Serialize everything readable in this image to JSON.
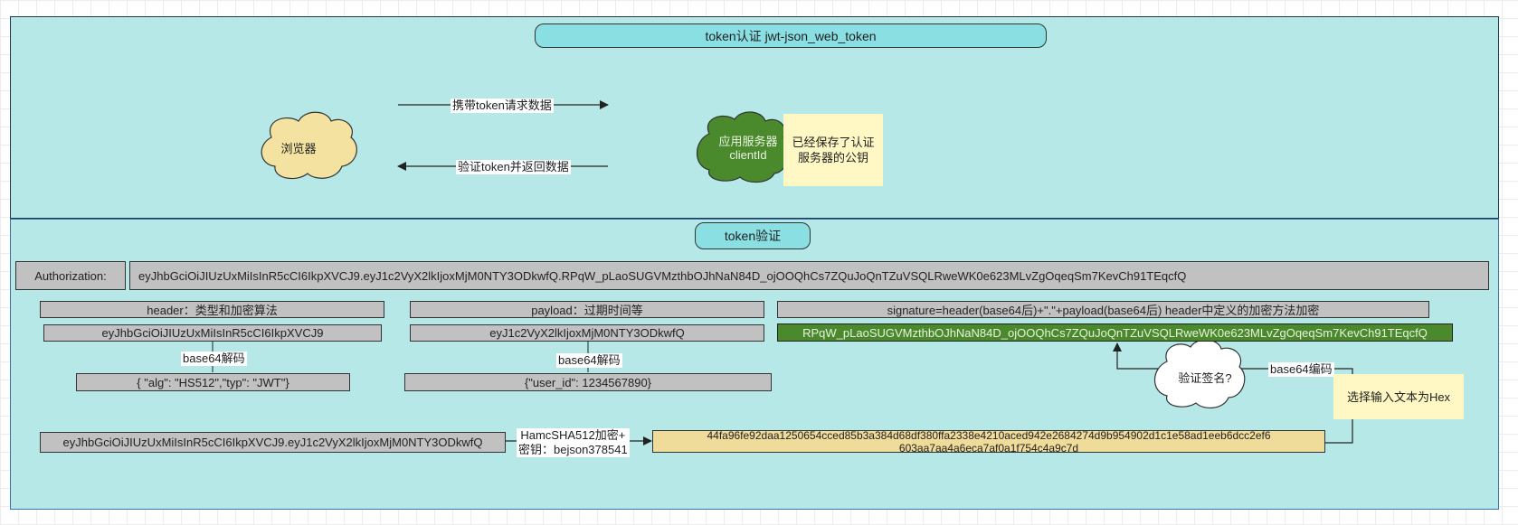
{
  "top": {
    "title": "token认证 jwt-json_web_token",
    "browser": "浏览器",
    "server_line1": "应用服务器",
    "server_line2": "clientId",
    "arrow_request": "携带token请求数据",
    "arrow_response": "验证token并返回数据",
    "note_line1": "已经保存了认证",
    "note_line2": "服务器的公钥"
  },
  "bottom": {
    "title": "token验证",
    "authorization_label": "Authorization:",
    "authorization_value": "eyJhbGciOiJIUzUxMiIsInR5cCI6IkpXVCJ9.eyJ1c2VyX2lkIjoxMjM0NTY3ODkwfQ.RPqW_pLaoSUGVMzthbOJhNaN84D_ojOOQhCs7ZQuJoQnTZuVSQLRweWK0e623MLvZgOqeqSm7KevCh91TEqcfQ",
    "header_title": "header：类型和加密算法",
    "header_value": "eyJhbGciOiJIUzUxMiIsInR5cCI6IkpXVCJ9",
    "header_decode_label": "base64解码",
    "header_decoded": "{ \"alg\": \"HS512\",\"typ\": \"JWT\"}",
    "payload_title": "payload：过期时间等",
    "payload_value": "eyJ1c2VyX2lkIjoxMjM0NTY3ODkwfQ",
    "payload_decode_label": "base64解码",
    "payload_decoded": "{\"user_id\": 1234567890}",
    "signature_title": "signature=header(base64后)+\".\"+payload(base64后)   header中定义的加密方法加密",
    "signature_value": "RPqW_pLaoSUGVMzthbOJhNaN84D_ojOOQhCs7ZQuJoQnTZuVSQLRweWK0e623MLvZgOqeqSm7KevCh91TEqcfQ",
    "verify_cloud": "验证签名?",
    "encode_label": "base64编码",
    "hex_note": "选择输入文本为Hex",
    "input_text": "eyJhbGciOiJIUzUxMiIsInR5cCI6IkpXVCJ9.eyJ1c2VyX2lkIjoxMjM0NTY3ODkwfQ",
    "hmac_line1": "HamcSHA512加密+",
    "hmac_line2": "密钥：bejson378541",
    "hash_line1": "44fa96fe92daa1250654cced85b3a384d68df380ffa2338e4210aced942e2684274d9b954902d1c1e58ad1eeb6dcc2ef6",
    "hash_line2": "603aa7aa4a6eca7af0a1f754c4a9c7d"
  },
  "colors": {
    "panel_fill": "#b7e8e8",
    "title_fill": "#8adfe3",
    "gray_box": "#c1c1c1",
    "green_box": "#4a8a2c",
    "yellow_box": "#f0dc9a",
    "note_fill": "#fff8c4",
    "cloud_yellow": "#f3e2a0",
    "cloud_green": "#4a8a2c"
  }
}
